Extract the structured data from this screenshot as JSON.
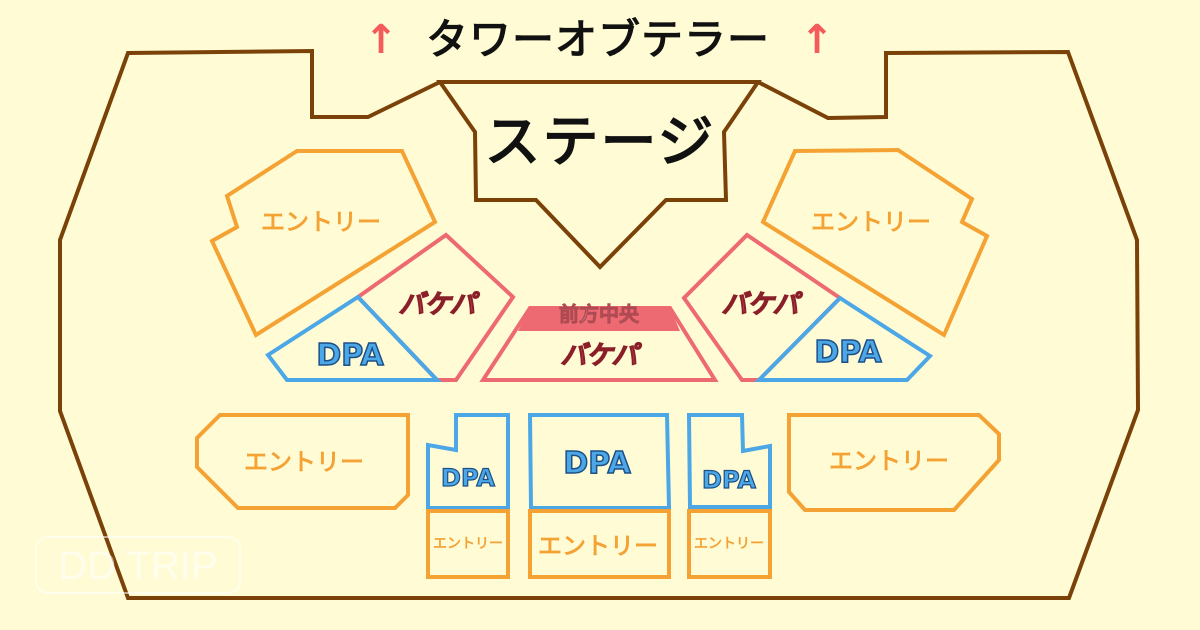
{
  "header": {
    "title": "タワーオブテラー",
    "left_arrow_icon": "↑",
    "right_arrow_icon": "↑"
  },
  "stage": {
    "label": "ステージ"
  },
  "sections": {
    "entry_upper_left": "エントリー",
    "entry_upper_right": "エントリー",
    "bakepa_left": "バケパ",
    "bakepa_right": "バケパ",
    "dpa_left": "DPA",
    "dpa_right": "DPA",
    "front_center_tag": "前方中央",
    "front_center_bakepa": "バケパ",
    "entry_lower_left": "エントリー",
    "entry_lower_right": "エントリー",
    "dpa_small_left": "DPA",
    "dpa_center": "DPA",
    "dpa_small_right": "DPA",
    "entry_small_left": "エントリー",
    "entry_center": "エントリー",
    "entry_small_right": "エントリー"
  },
  "watermark": {
    "text": "DD TRIP"
  },
  "colors": {
    "background": "#FFFCD5",
    "outline": "#7A4108",
    "entry": "#F5A235",
    "dpa": "#4CA7E6",
    "bakepa": "#EE6A72",
    "arrow": "#F45B5B"
  }
}
